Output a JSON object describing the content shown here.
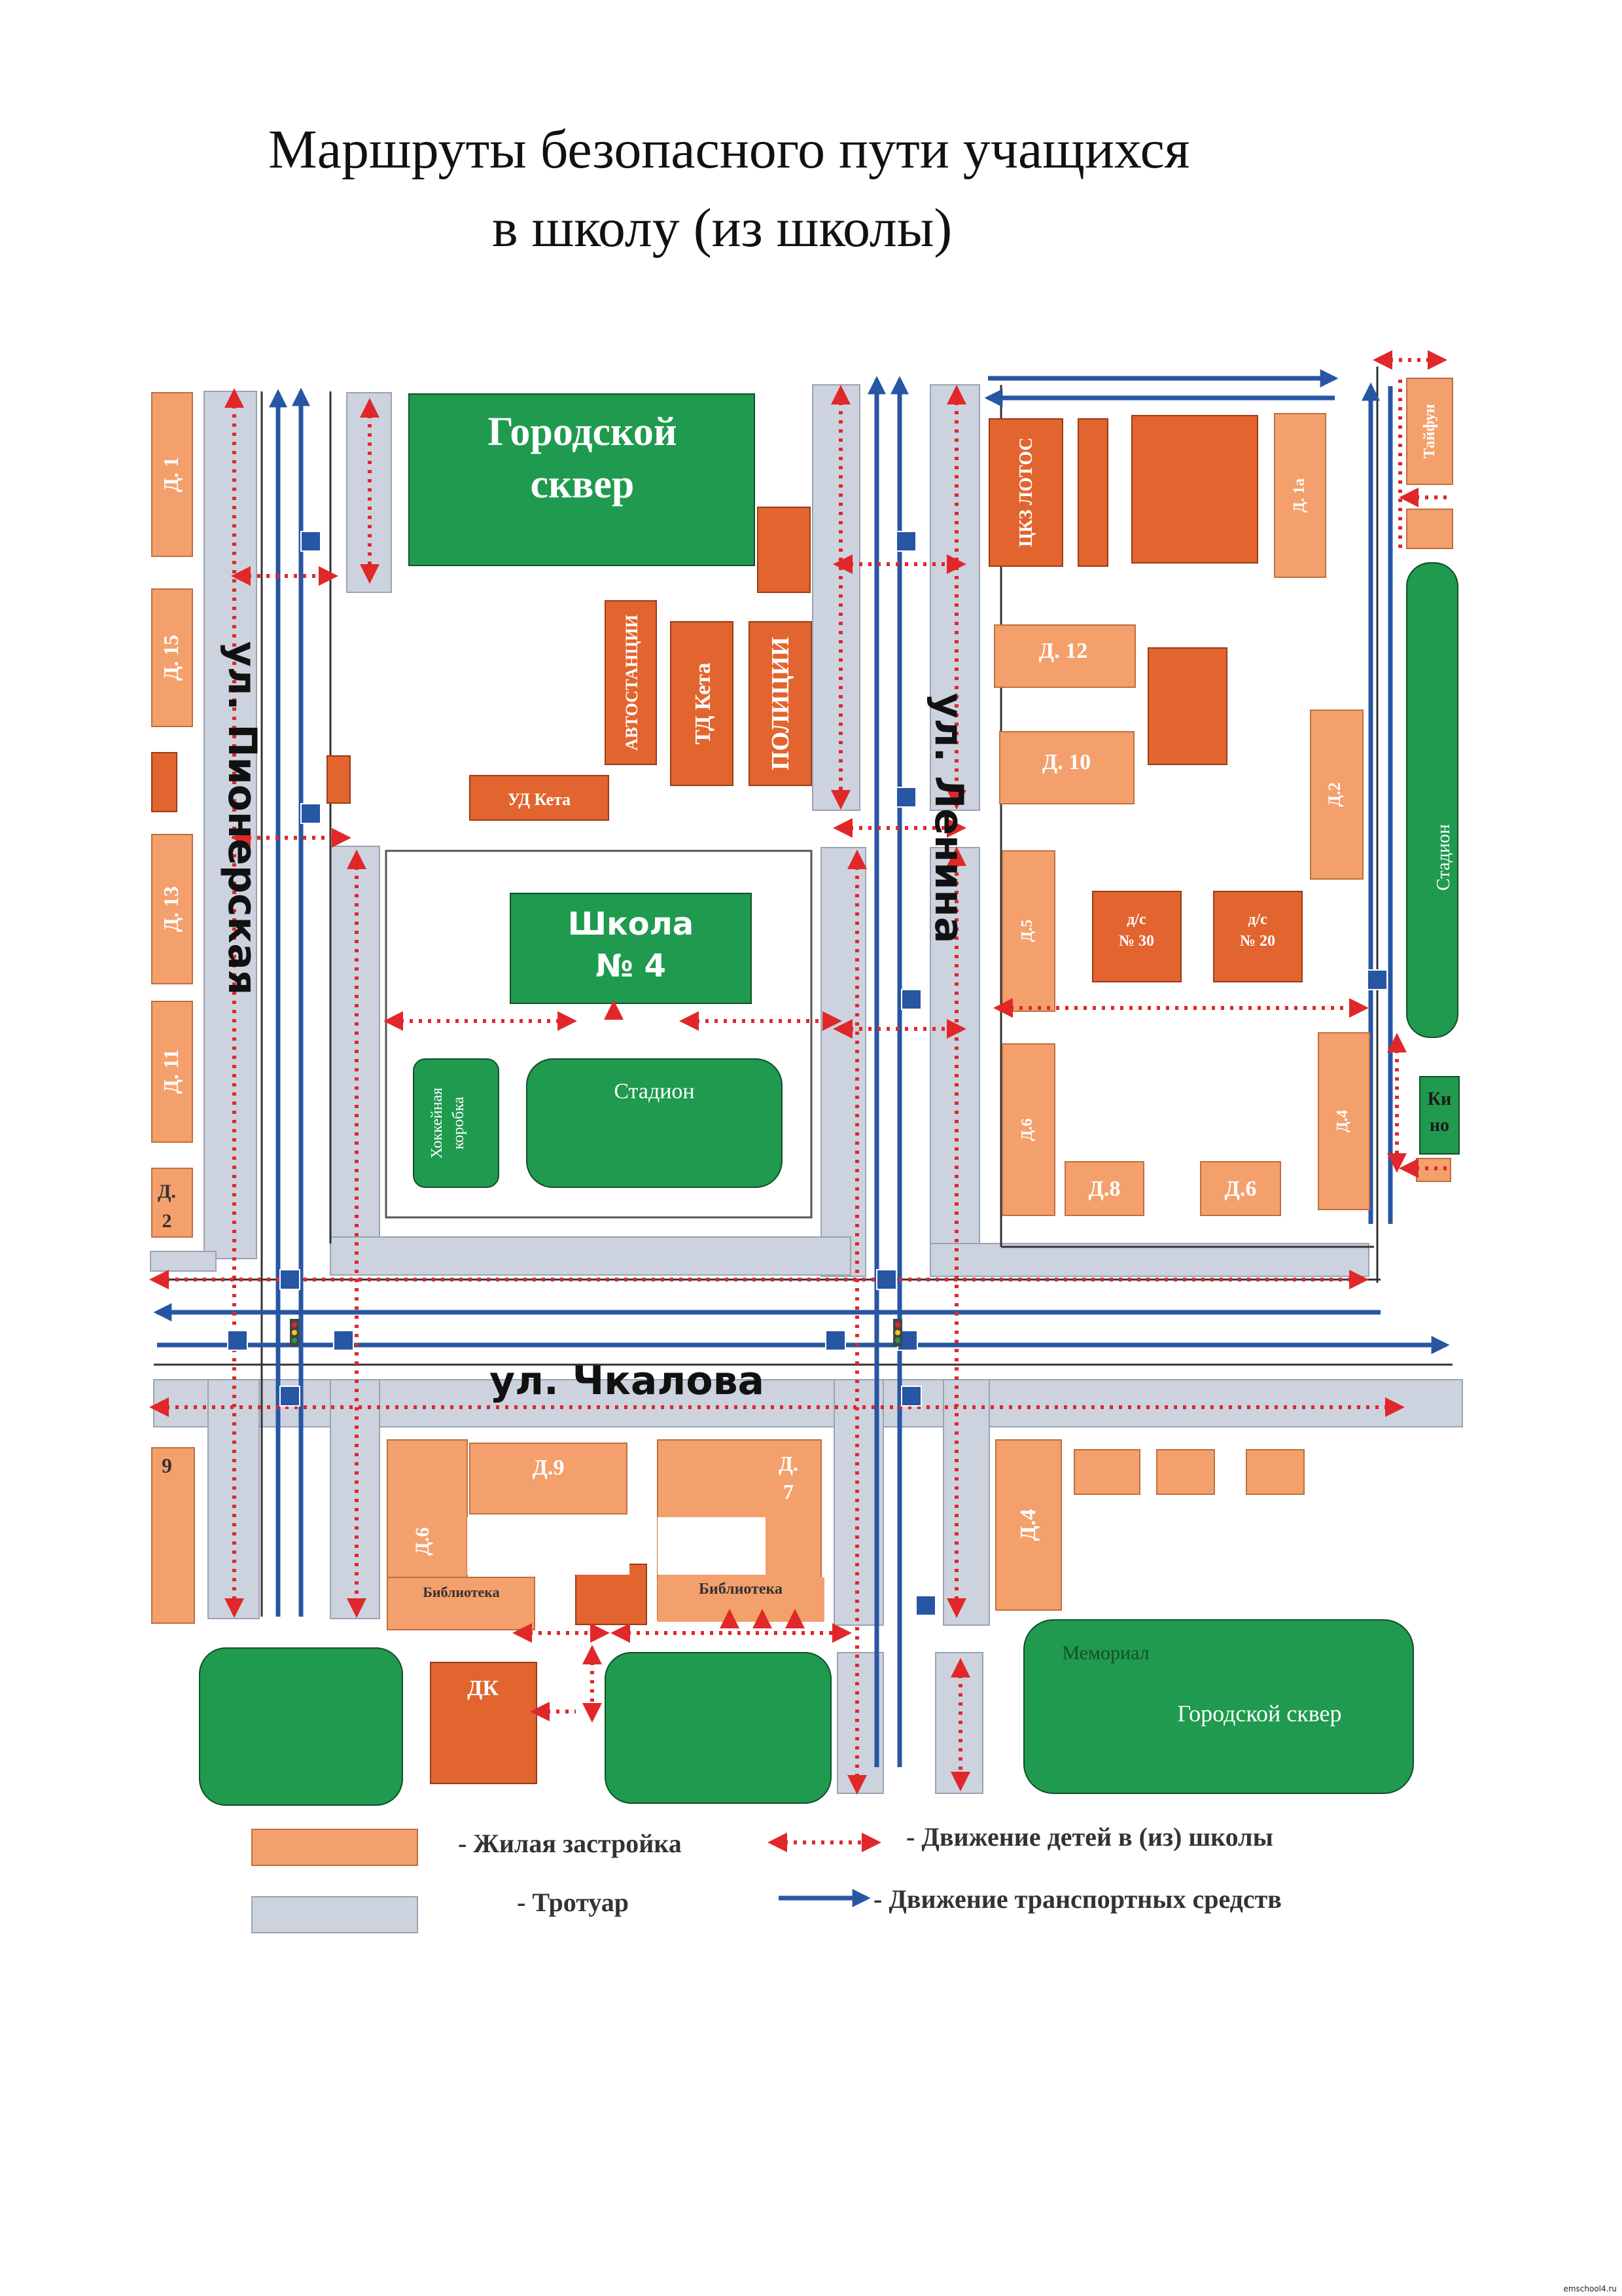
{
  "title": {
    "line1": "Маршруты безопасного пути учащихся",
    "line2": "в школу (из школы)"
  },
  "colors": {
    "residential": "#f4a06c",
    "sidewalk": "#cdd3de",
    "public_building": "#e2652f",
    "park": "#1f9a4e",
    "child_route": "#e0282a",
    "traffic": "#2756a3",
    "road_line": "#333333"
  },
  "map": {
    "streets": [
      "ул. Пионерская",
      "ул. Чкалова",
      "ул. Ленина"
    ],
    "parks": {
      "city_square": [
        "Городской",
        "сквер"
      ],
      "school": [
        "Школа",
        "№ 4"
      ],
      "stadium": "Стадион",
      "hockey": [
        "Хоккейная",
        "коробка"
      ],
      "memorial": [
        "Мемориал",
        "Городской сквер"
      ],
      "right_strip": "Стадион",
      "cinema": [
        "Ки",
        "но"
      ]
    },
    "public_buildings": {
      "bus_station": "АВТОСТАНЦИИ",
      "shopping_center": "ТД Кета",
      "police": "ПОЛИЦИИ",
      "ud_keta": "УД Кета",
      "lotos": "ЦКЗ ЛОТОС",
      "ds30": [
        "д/с",
        "№ 30"
      ],
      "ds20": [
        "д/с",
        "№ 20"
      ],
      "dk": "ДК"
    },
    "houses": {
      "d1": "Д. 1",
      "d15": "Д. 15",
      "d13": "Д. 13",
      "d11": "Д. 11",
      "d2a": "Д.",
      "d2b": "2",
      "d9left": "9",
      "d12": "Д. 12",
      "d10": "Д. 10",
      "d1a": "Д. 1а",
      "d2right": "Д.2",
      "d5": "Д.5",
      "d6right": "Д.6",
      "d4right": "Д.4",
      "d8": "Д.8",
      "d6bottom": "Д.6",
      "tayfun": "Тайфун",
      "d9": "Д.9",
      "d7a": "Д.",
      "d7b": "7",
      "d6lib": "Д.6",
      "d4bottom": "Д.4",
      "library": "Библиотека"
    }
  },
  "legend": {
    "residential": "- Жилая застройка",
    "sidewalk": "- Тротуар",
    "children": "- Движение детей в (из) школы",
    "traffic": "- Движение транспортных средств"
  },
  "watermark": "emschool4.ru"
}
